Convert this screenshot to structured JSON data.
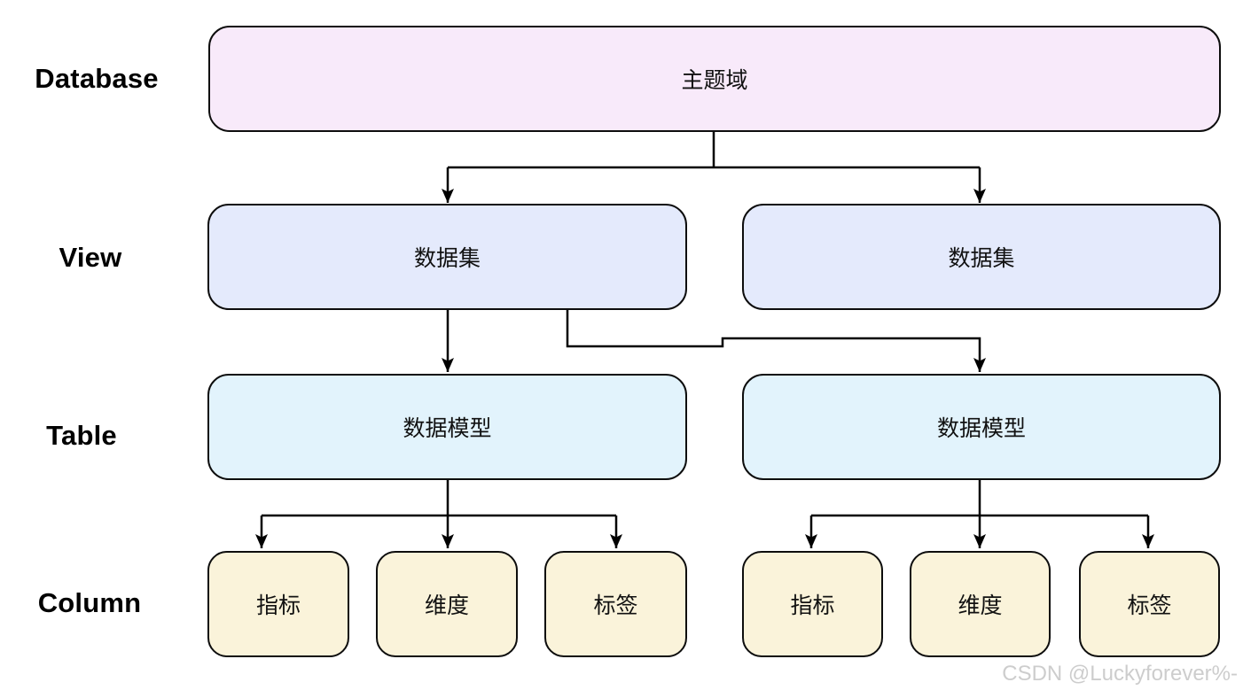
{
  "diagram": {
    "row_labels": [
      {
        "label": "Database"
      },
      {
        "label": "View"
      },
      {
        "label": "Table"
      },
      {
        "label": "Column"
      }
    ],
    "nodes": {
      "subject_domain": "主题域",
      "dataset_left": "数据集",
      "dataset_right": "数据集",
      "model_left": "数据模型",
      "model_right": "数据模型",
      "columns_left": {
        "indicator": "指标",
        "dimension": "维度",
        "tag": "标签"
      },
      "columns_right": {
        "indicator": "指标",
        "dimension": "维度",
        "tag": "标签"
      }
    },
    "colors": {
      "subject_domain_fill": "#f8eafa",
      "dataset_fill": "#e4eafc",
      "model_fill": "#e2f3fc",
      "column_fill": "#faf3da",
      "border": "#0d0d0d",
      "connector": "#000000"
    }
  },
  "watermark": "CSDN @Luckyforever%-"
}
